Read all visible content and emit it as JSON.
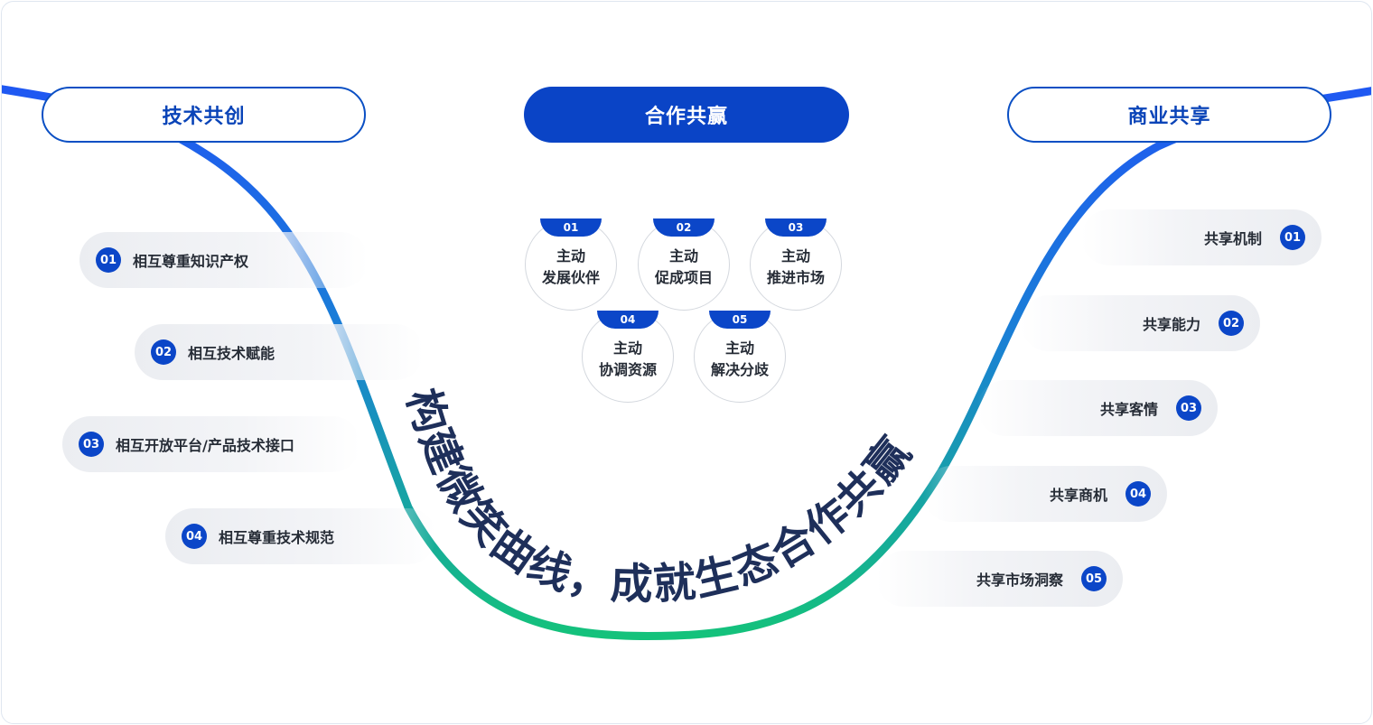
{
  "headers": {
    "left": "技术共创",
    "center": "合作共赢",
    "right": "商业共享"
  },
  "slogan": "构建微笑曲线，成就生态合作共赢",
  "left_items": [
    {
      "num": "01",
      "label": "相互尊重知识产权"
    },
    {
      "num": "02",
      "label": "相互技术赋能"
    },
    {
      "num": "03",
      "label": "相互开放平台/产品技术接口"
    },
    {
      "num": "04",
      "label": "相互尊重技术规范"
    }
  ],
  "right_items": [
    {
      "num": "01",
      "label": "共享机制"
    },
    {
      "num": "02",
      "label": "共享能力"
    },
    {
      "num": "03",
      "label": "共享客情"
    },
    {
      "num": "04",
      "label": "共享商机"
    },
    {
      "num": "05",
      "label": "共享市场洞察"
    }
  ],
  "center_items": [
    {
      "num": "01",
      "line1": "主动",
      "line2": "发展伙伴"
    },
    {
      "num": "02",
      "line1": "主动",
      "line2": "促成项目"
    },
    {
      "num": "03",
      "line1": "主动",
      "line2": "推进市场"
    },
    {
      "num": "04",
      "line1": "主动",
      "line2": "协调资源"
    },
    {
      "num": "05",
      "line1": "主动",
      "line2": "解决分歧"
    }
  ],
  "colors": {
    "brand_blue": "#0a44c6",
    "curve_top": "#1a5ff0",
    "curve_bottom": "#17c07a",
    "slogan_text": "#1e2f5a"
  }
}
